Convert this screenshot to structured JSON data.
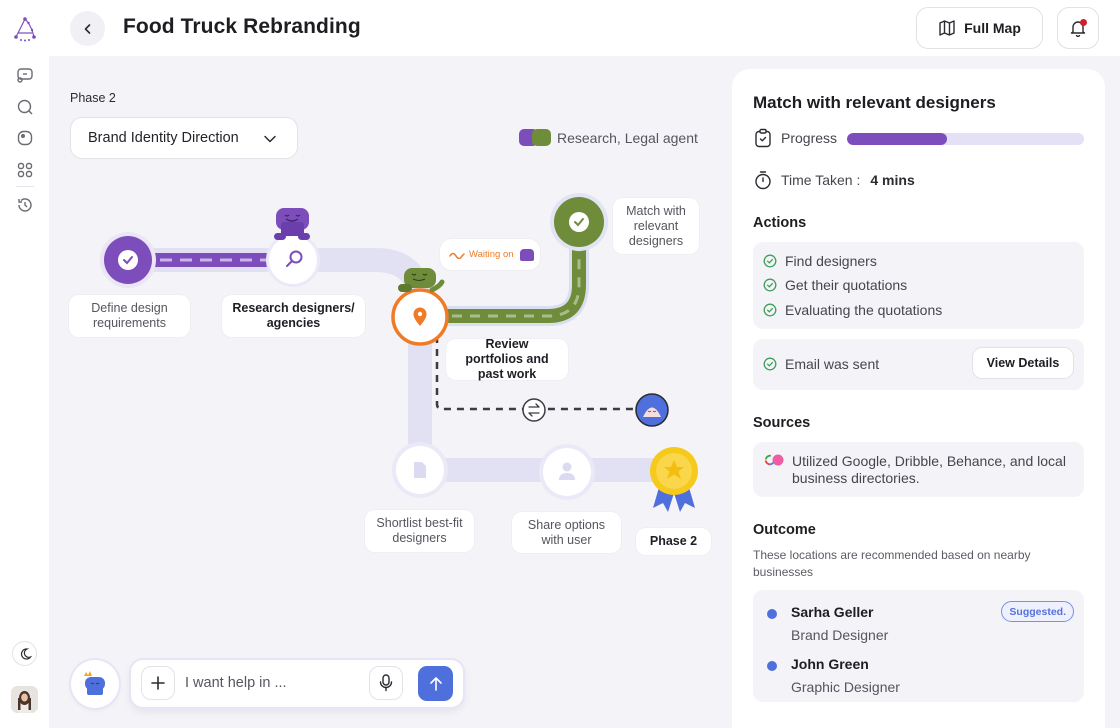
{
  "app": {
    "title": "Food Truck Rebranding",
    "full_map_label": "Full Map"
  },
  "sidebar": {
    "items": [
      {
        "icon": "chat-bubble-icon",
        "label": "Chats"
      },
      {
        "icon": "search-icon",
        "label": "Search"
      },
      {
        "icon": "agent-icon",
        "label": "Agents"
      },
      {
        "icon": "grid-icon",
        "label": "Apps"
      },
      {
        "icon": "history-icon",
        "label": "History"
      }
    ],
    "theme_icon": "moon-icon"
  },
  "phase": {
    "label": "Phase 2",
    "selected": "Brand Identity Direction",
    "agents_label": "Research, Legal agent"
  },
  "map": {
    "nodes": [
      {
        "id": "define",
        "label": "Define design requirements",
        "status": "done"
      },
      {
        "id": "research",
        "label": "Research designers/ agencies",
        "status": "active-agent"
      },
      {
        "id": "review",
        "label": "Review portfolios and past work",
        "status": "current"
      },
      {
        "id": "match",
        "label": "Match with relevant designers",
        "status": "done"
      },
      {
        "id": "shortlist",
        "label": "Shortlist best-fit designers",
        "status": "pending"
      },
      {
        "id": "share",
        "label": "Share options with user",
        "status": "pending"
      },
      {
        "id": "phase",
        "label": "Phase 2",
        "status": "goal"
      }
    ],
    "waiting_label": "Waiting on"
  },
  "chat": {
    "placeholder": "I want help in ..."
  },
  "panel": {
    "title": "Match with relevant designers",
    "progress_label": "Progress",
    "progress_value": 0.42,
    "time_label": "Time Taken :",
    "time_value": "4 mins",
    "actions_heading": "Actions",
    "actions": [
      "Find designers",
      "Get their quotations",
      "Evaluating the quotations"
    ],
    "email_status": "Email was sent",
    "view_details_label": "View Details",
    "sources_heading": "Sources",
    "sources_text": "Utilized Google, Dribble, Behance, and local business directories.",
    "outcome_heading": "Outcome",
    "outcome_sub": "These locations are recommended based on nearby businesses",
    "people": [
      {
        "name": "Sarha Geller",
        "role": "Brand Designer",
        "badge": "Suggested."
      },
      {
        "name": "John Green",
        "role": "Graphic Designer",
        "badge": ""
      }
    ]
  },
  "colors": {
    "purple": "#7c4dbb",
    "green": "#6f8c3a",
    "orange": "#f07b27",
    "blue": "#4f6fdc",
    "track": "#e2e0f3"
  }
}
